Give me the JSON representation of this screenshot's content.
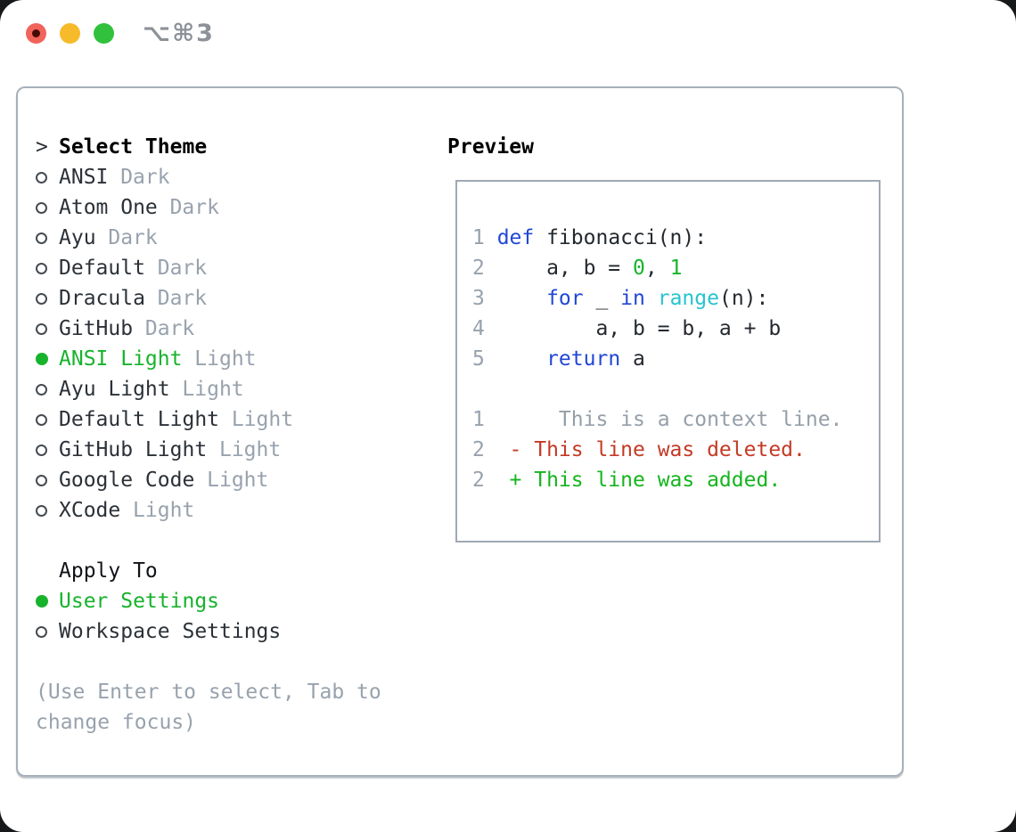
{
  "window": {
    "title": "⌥⌘3",
    "traffic_lights": {
      "close": "close",
      "minimize": "minimize",
      "zoom": "zoom"
    }
  },
  "theme_picker": {
    "prompt": ">",
    "title": "Select Theme",
    "items": [
      {
        "label": "ANSI",
        "variant": "Dark",
        "selected": false
      },
      {
        "label": "Atom One",
        "variant": "Dark",
        "selected": false
      },
      {
        "label": "Ayu",
        "variant": "Dark",
        "selected": false
      },
      {
        "label": "Default",
        "variant": "Dark",
        "selected": false
      },
      {
        "label": "Dracula",
        "variant": "Dark",
        "selected": false
      },
      {
        "label": "GitHub",
        "variant": "Dark",
        "selected": false
      },
      {
        "label": "ANSI Light",
        "variant": "Light",
        "selected": true
      },
      {
        "label": "Ayu Light",
        "variant": "Light",
        "selected": false
      },
      {
        "label": "Default Light",
        "variant": "Light",
        "selected": false
      },
      {
        "label": "GitHub Light",
        "variant": "Light",
        "selected": false
      },
      {
        "label": "Google Code",
        "variant": "Light",
        "selected": false
      },
      {
        "label": "XCode",
        "variant": "Light",
        "selected": false
      }
    ]
  },
  "apply_to": {
    "title": "Apply To",
    "options": [
      {
        "label": "User Settings",
        "selected": true
      },
      {
        "label": "Workspace Settings",
        "selected": false
      }
    ]
  },
  "hint": [
    "(Use Enter to select, Tab to",
    "change focus)"
  ],
  "preview": {
    "title": "Preview",
    "lines": [
      {
        "num": "1",
        "segments": [
          {
            "text": "def",
            "color": "keyword"
          },
          {
            "text": " fibonacci(n):",
            "color": "plain"
          }
        ]
      },
      {
        "num": "2",
        "segments": [
          {
            "text": "    a, b = ",
            "color": "plain"
          },
          {
            "text": "0",
            "color": "number"
          },
          {
            "text": ", ",
            "color": "plain"
          },
          {
            "text": "1",
            "color": "number"
          }
        ]
      },
      {
        "num": "3",
        "segments": [
          {
            "text": "    ",
            "color": "plain"
          },
          {
            "text": "for",
            "color": "keyword"
          },
          {
            "text": " _ ",
            "color": "plain"
          },
          {
            "text": "in",
            "color": "keyword"
          },
          {
            "text": " ",
            "color": "plain"
          },
          {
            "text": "range",
            "color": "builtin"
          },
          {
            "text": "(n):",
            "color": "plain"
          }
        ]
      },
      {
        "num": "4",
        "segments": [
          {
            "text": "        a, b = b, a + b",
            "color": "plain"
          }
        ]
      },
      {
        "num": "5",
        "segments": [
          {
            "text": "    ",
            "color": "plain"
          },
          {
            "text": "return",
            "color": "keyword"
          },
          {
            "text": " a",
            "color": "plain"
          }
        ]
      },
      {
        "num": "",
        "segments": []
      },
      {
        "num": "1",
        "segments": [
          {
            "text": "     This is a context line.",
            "color": "context"
          }
        ]
      },
      {
        "num": "2",
        "segments": [
          {
            "text": " - This line was deleted.",
            "color": "deleted"
          }
        ]
      },
      {
        "num": "2",
        "segments": [
          {
            "text": " + This line was added.",
            "color": "added"
          }
        ]
      }
    ]
  },
  "colors": {
    "plain": "#24292f",
    "keyword": "#2147d5",
    "builtin": "#27c4ce",
    "number": "#17b32c",
    "context": "#959fa9",
    "deleted": "#c33a25",
    "added": "#15b51e",
    "selection_green": "#17b32c",
    "muted_gray": "#98a2ad",
    "panel_border": "#a7b0bb"
  }
}
